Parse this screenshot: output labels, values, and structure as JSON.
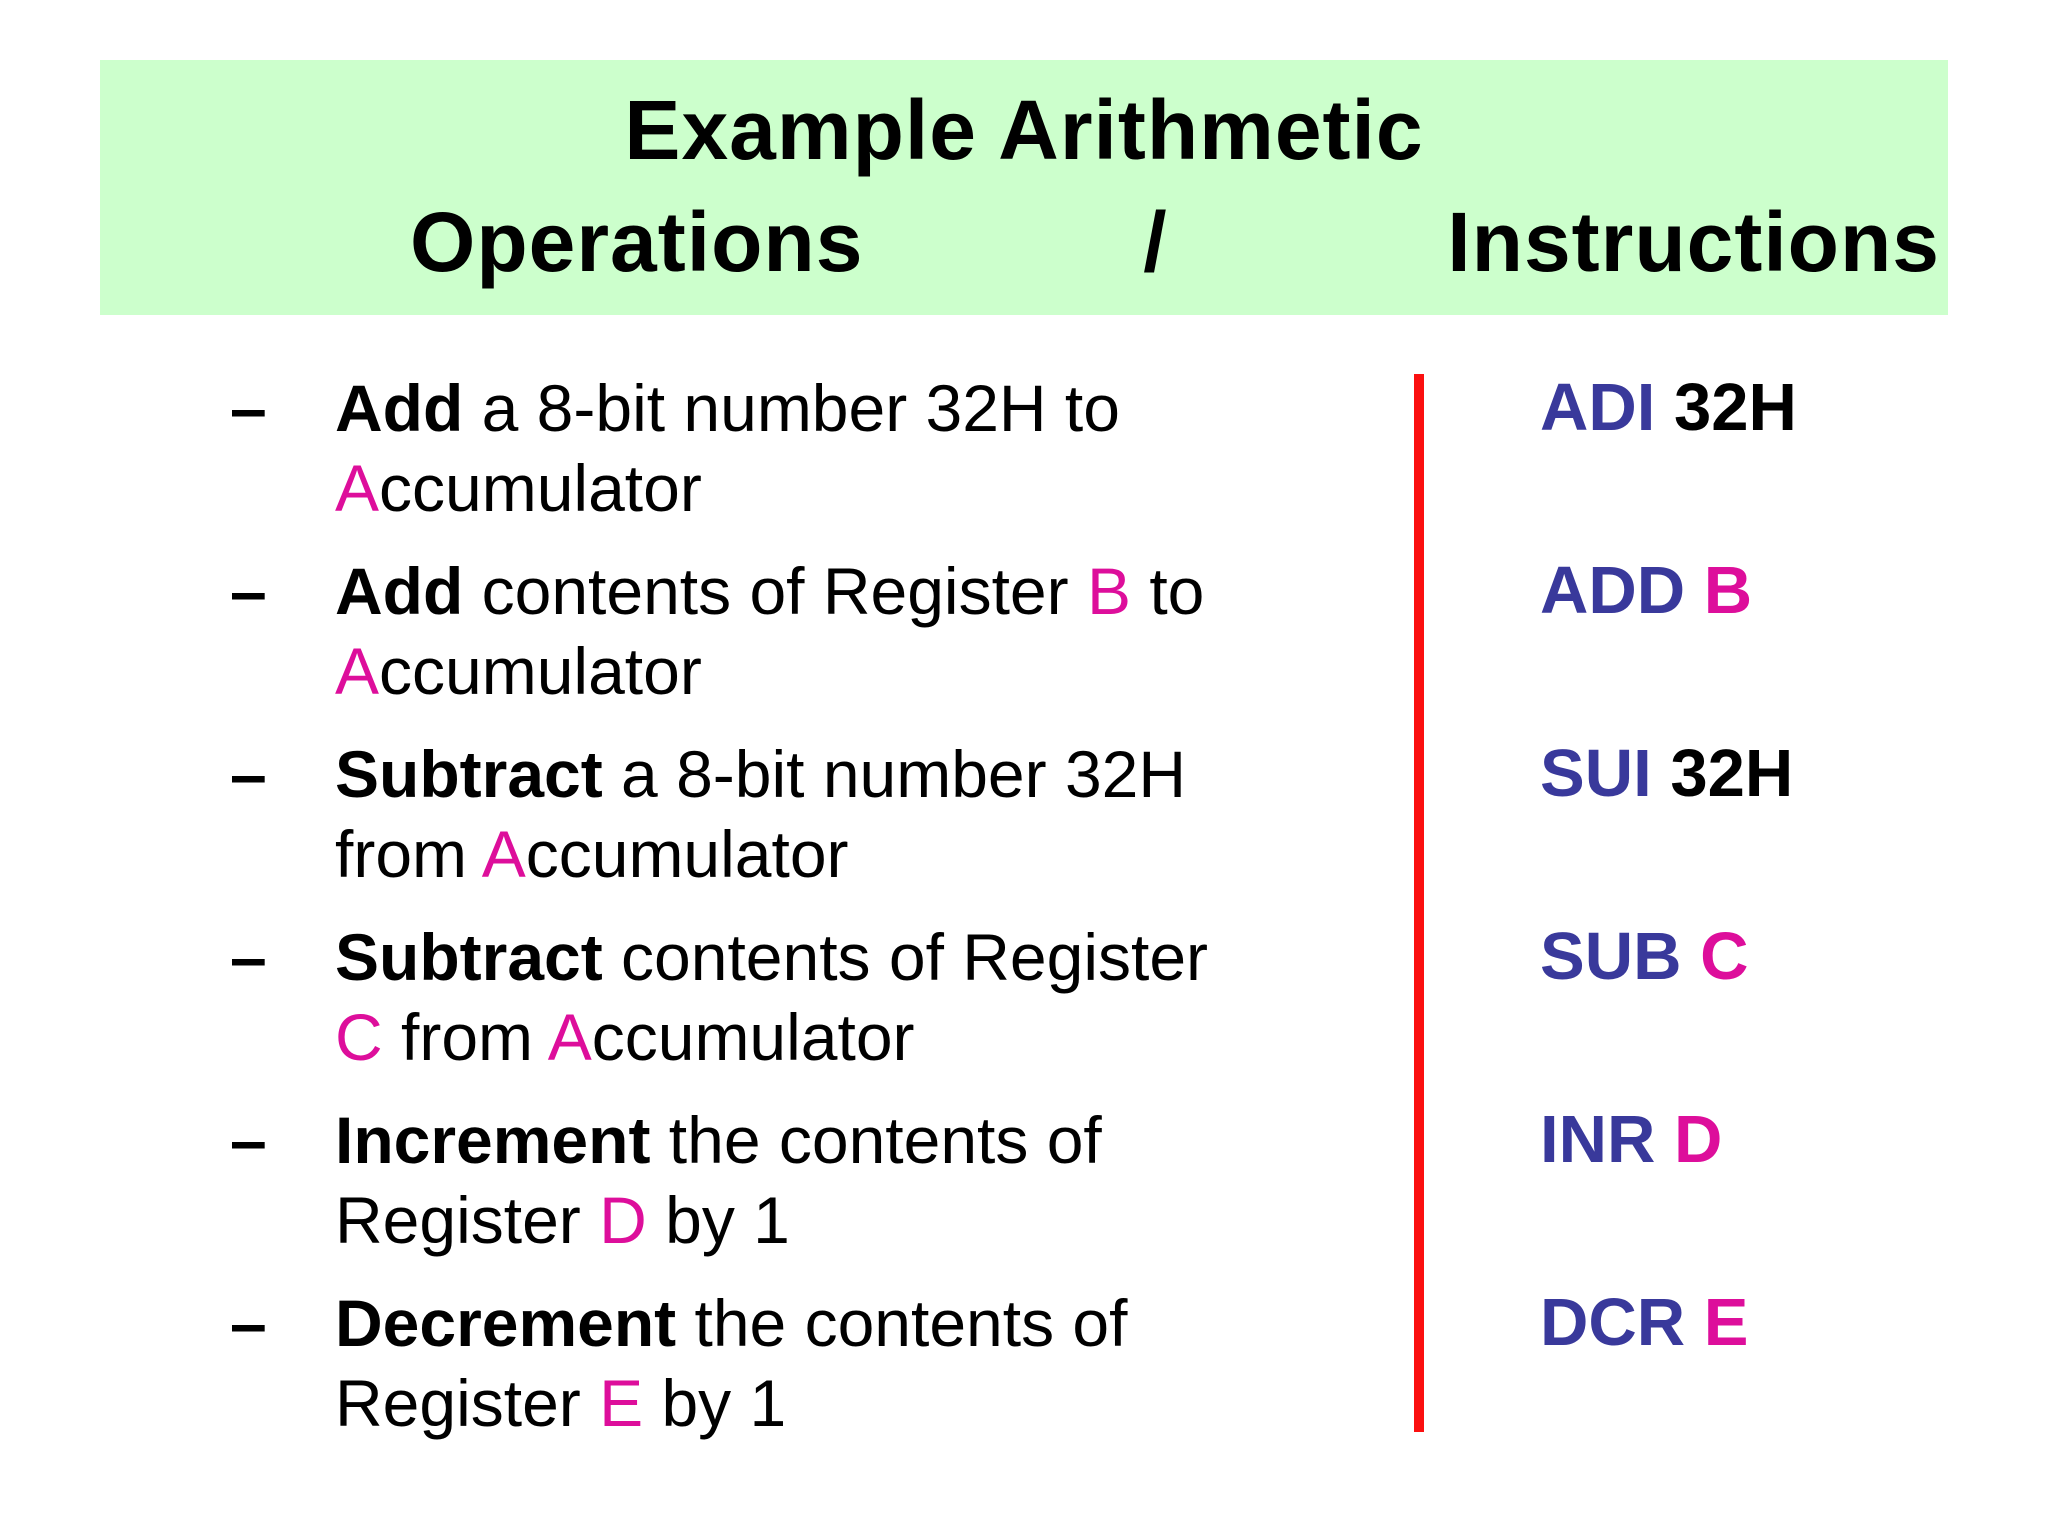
{
  "title": {
    "line1": "Example Arithmetic",
    "line2_left": "Operations",
    "line2_separator": "/",
    "line2_right": "Instructions"
  },
  "bullet_marker": "–",
  "colors": {
    "banner_background": "#ccffcc",
    "accent_blue": "#39399b",
    "accent_magenta": "#dd0e9b",
    "divider_red": "#fb1010",
    "text_black": "#000000"
  },
  "rows": [
    {
      "operation": {
        "line1": [
          {
            "t": "Add"
          },
          {
            "t": " a 8-bit number 32H to"
          }
        ],
        "line2": [
          {
            "t": "A"
          },
          {
            "t": "ccumulator"
          }
        ]
      },
      "instruction": [
        {
          "t": "ADI"
        },
        {
          "t": " 32H"
        }
      ]
    },
    {
      "operation": {
        "line1": [
          {
            "t": "Add"
          },
          {
            "t": " contents of Register "
          },
          {
            "t": "B"
          },
          {
            "t": " to"
          }
        ],
        "line2": [
          {
            "t": "A"
          },
          {
            "t": "ccumulator"
          }
        ]
      },
      "instruction": [
        {
          "t": "ADD"
        },
        {
          "t": " B"
        }
      ]
    },
    {
      "operation": {
        "line1": [
          {
            "t": "Subtract"
          },
          {
            "t": " a 8-bit number 32H"
          }
        ],
        "line2": [
          {
            "t": "from "
          },
          {
            "t": "A"
          },
          {
            "t": "ccumulator"
          }
        ]
      },
      "instruction": [
        {
          "t": "SUI"
        },
        {
          "t": " 32H"
        }
      ]
    },
    {
      "operation": {
        "line1": [
          {
            "t": "Subtract"
          },
          {
            "t": " contents of Register"
          }
        ],
        "line2": [
          {
            "t": "C"
          },
          {
            "t": " from "
          },
          {
            "t": "A"
          },
          {
            "t": "ccumulator"
          }
        ]
      },
      "instruction": [
        {
          "t": "SUB"
        },
        {
          "t": " C"
        }
      ]
    },
    {
      "operation": {
        "line1": [
          {
            "t": "Increment"
          },
          {
            "t": " the contents of"
          }
        ],
        "line2": [
          {
            "t": "Register "
          },
          {
            "t": "D"
          },
          {
            "t": " by 1"
          }
        ]
      },
      "instruction": [
        {
          "t": "INR"
        },
        {
          "t": " D"
        }
      ]
    },
    {
      "operation": {
        "line1": [
          {
            "t": "Decrement"
          },
          {
            "t": " the contents of"
          }
        ],
        "line2": [
          {
            "t": "Register "
          },
          {
            "t": "E"
          },
          {
            "t": " by 1"
          }
        ]
      },
      "instruction": [
        {
          "t": "DCR"
        },
        {
          "t": " E"
        }
      ]
    }
  ]
}
